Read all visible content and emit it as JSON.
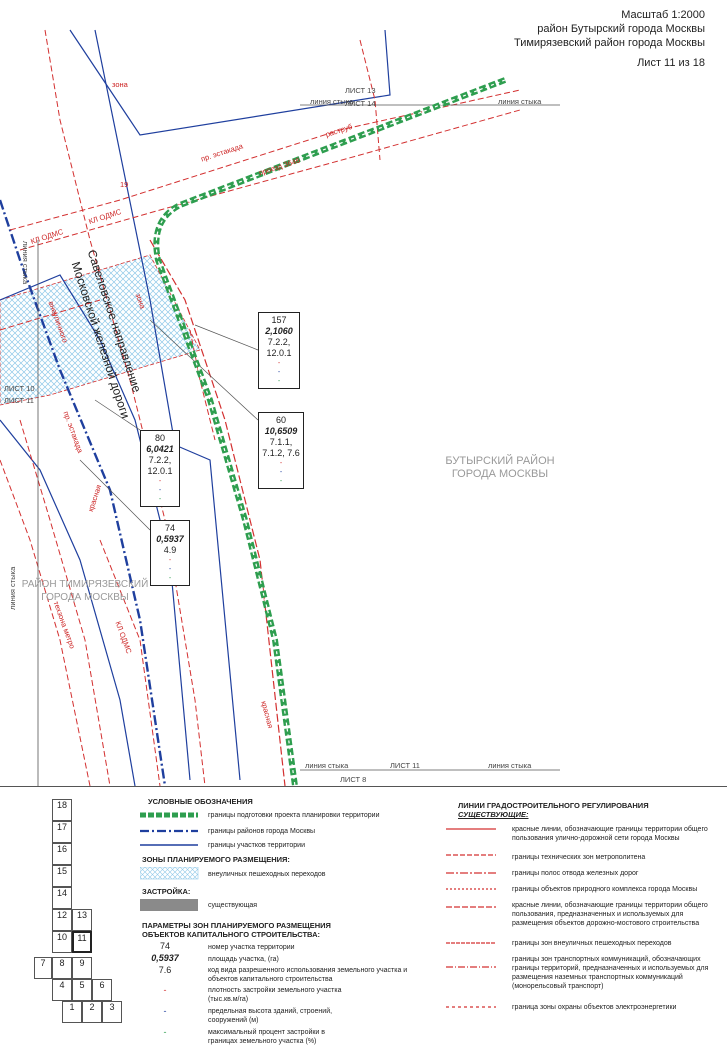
{
  "header": {
    "scale": "Масштаб 1:2000",
    "district1": "район Бутырский города Москвы",
    "district2": "Тимирязевский район города Москвы",
    "sheet": "Лист 11 из 18"
  },
  "map": {
    "labels": {
      "zona_top": "зона",
      "seam_top_left": "линия стыка",
      "seam_top_right": "линия стыка",
      "sheet_top_a": "ЛИСТ 13",
      "sheet_top_b": "ЛИСТ 14",
      "estakada_top": "пр. эстакада",
      "raspad": "раструб",
      "proezd": "проезд 3646",
      "kl_odms_1": "КЛ ОДМС",
      "kl_odms_2": "КЛ ОДМС",
      "kl_odms_3": "КЛ ОДМС",
      "num_19": "19",
      "seam_left_upper": "линия стыка",
      "vneulichnogo": "внеуличного",
      "zona_mid": "зона",
      "list10": "ЛИСТ 10",
      "list11_left": "ЛИСТ 11",
      "estakada_left": "пр. эстакада",
      "krasnaya_left": "красная",
      "tehzona": "техзона метро",
      "kl_odms_low": "КЛ ОДМС",
      "seam_left_low": "линия стыка",
      "krasnaya_low": "красная",
      "seam_bottom_left": "линия стыка",
      "seam_bottom_right": "линия стыка",
      "list11_bottom": "ЛИСТ 11",
      "list8_bottom": "ЛИСТ 8"
    },
    "rail_name_1": "Савеловское направление",
    "rail_name_2": "Московской железной дороги",
    "district_butyrsky_1": "БУТЫРСКИЙ РАЙОН",
    "district_butyrsky_2": "ГОРОДА МОСКВЫ",
    "district_timir_1": "РАЙОН ТИМИРЯЗЕВСКИЙ",
    "district_timir_2": "ГОРОДА МОСКВЫ",
    "zones": [
      {
        "num": "157",
        "area": "2,1060",
        "codes": [
          "7.2.2,",
          "12.0.1"
        ],
        "dots": [
          "-",
          "-",
          "-"
        ]
      },
      {
        "num": "60",
        "area": "10,6509",
        "codes": [
          "7.1.1,",
          "7.1.2, 7.6"
        ],
        "dots": [
          "-",
          "-",
          "-"
        ]
      },
      {
        "num": "80",
        "area": "6,0421",
        "codes": [
          "7.2.2,",
          "12.0.1"
        ],
        "dots": [
          "-",
          "-",
          "-"
        ]
      },
      {
        "num": "74",
        "area": "0,5937",
        "codes": [
          "4.9"
        ],
        "dots": [
          "-",
          "-",
          "-"
        ]
      }
    ],
    "colors": {
      "green": "#2e9e4f",
      "blue": "#1f3f9e",
      "red": "#d33030",
      "hatch": "#8fc8e8"
    }
  },
  "legend": {
    "title": "УСЛОВНЫЕ ОБОЗНАЧЕНИЯ",
    "item_project": "границы подготовки проекта планировки территории",
    "item_districts": "границы районов города Москвы",
    "item_parcels": "границы участков территории",
    "zones_title": "ЗОНЫ ПЛАНИРУЕМОГО РАЗМЕЩЕНИЯ:",
    "item_crossings": "внеуличных пешеходных переходов",
    "build_title": "ЗАСТРОЙКА:",
    "item_existing": "существующая",
    "params_title_1": "ПАРАМЕТРЫ ЗОН ПЛАНИРУЕМОГО РАЗМЕЩЕНИЯ",
    "params_title_2": "ОБЪЕКТОВ КАПИТАЛЬНОГО СТРОИТЕЛЬСТВА:",
    "params": [
      {
        "val": "74",
        "text": "номер участка территории"
      },
      {
        "val": "0,5937",
        "text": "площадь участка, (га)"
      },
      {
        "val": "7.6",
        "text": "код вида разрешенного использования земельного участка и объектов капитального строительства"
      },
      {
        "val": "-",
        "text": "плотность застройки земельного участка (тыс.кв.м/га)"
      },
      {
        "val": "-",
        "text": "предельная высота зданий, строений, сооружений (м)"
      },
      {
        "val": "-",
        "text": "максимальный процент застройки в границах земельного участка (%)"
      }
    ],
    "reg_title": "ЛИНИИ ГРАДОСТРОИТЕЛЬНОГО РЕГУЛИРОВАНИЯ",
    "reg_subtitle": "СУЩЕСТВУЮЩИЕ:",
    "reg_items": [
      "красные линии, обозначающие границы территории общего пользования улично-дорожной сети города Москвы",
      "границы технических зон метрополитена",
      "границы полос отвода железных дорог",
      "границы объектов природного комплекса города Москвы",
      "красные линии, обозначающие границы территории общего пользования, предназначенных и используемых для размещения объектов дорожно-мостового строительства",
      "границы зон внеуличных пешеходных переходов",
      "границы зон транспортных коммуникаций, обозначающих границы территорий, предназначенных и используемых для размещения наземных транспортных коммуникаций (монорельсовый транспорт)",
      "граница зоны охраны объектов электроэнергетики"
    ],
    "sheets": [
      "18",
      "17",
      "16",
      "15",
      "14",
      "12",
      "13",
      "10",
      "11",
      "7",
      "8",
      "9",
      "4",
      "5",
      "6",
      "1",
      "2",
      "3"
    ]
  }
}
